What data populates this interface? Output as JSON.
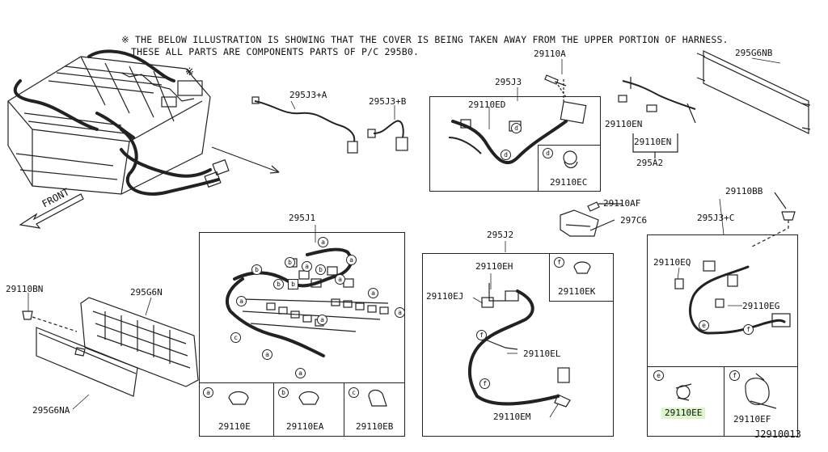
{
  "notes": {
    "line1": "※ THE BELOW ILLUSTRATION IS SHOWING THAT THE COVER IS BEING TAKEN AWAY FROM THE UPPER PORTION OF HARNESS.",
    "line2": "THESE ALL PARTS ARE COMPONENTS PARTS OF P/C 295B0."
  },
  "markers": {
    "asterisk": "※",
    "front": "FRONT"
  },
  "labels": {
    "p295j3a": "295J3+A",
    "p295j3b": "295J3+B",
    "p295j3": "295J3",
    "p29110a": "29110A",
    "p29110ed": "29110ED",
    "p29110ec": "29110EC",
    "p295g6nb": "295G6NB",
    "p29110en1": "29110EN",
    "p29110en2": "29110EN",
    "p295a2": "295A2",
    "p29110af": "29110AF",
    "p297c6": "297C6",
    "p29110bb": "29110BB",
    "p295j3c": "295J3+C",
    "p295j1": "295J1",
    "p295j2": "295J2",
    "p29110bn": "29110BN",
    "p295g6n": "295G6N",
    "p295g6na": "295G6NA",
    "p29110e": "29110E",
    "p29110ea": "29110EA",
    "p29110eb": "29110EB",
    "p29110eh": "29110EH",
    "p29110ej": "29110EJ",
    "p29110ek": "29110EK",
    "p29110el": "29110EL",
    "p29110em": "29110EM",
    "p29110eq": "29110EQ",
    "p29110eg": "29110EG",
    "p29110ee": "29110EE",
    "p29110ef": "29110EF",
    "diagram_id": "J2910013"
  },
  "callouts": {
    "a": "a",
    "b": "b",
    "c": "c",
    "d": "d",
    "e": "e",
    "f": "f"
  },
  "colors": {
    "line": "#222222",
    "highlight": "#d9f5c9"
  }
}
